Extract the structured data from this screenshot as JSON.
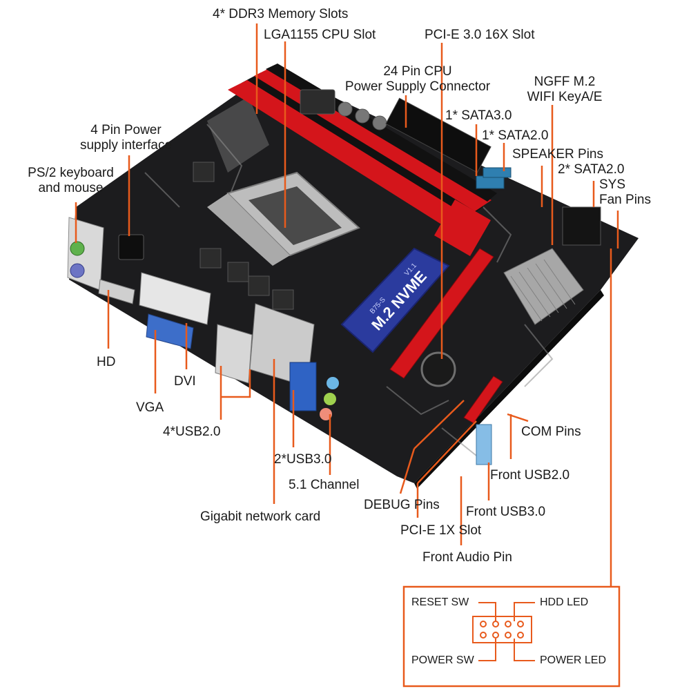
{
  "labels": {
    "ddr3": "4* DDR3 Memory Slots",
    "cpu": "LGA1155 CPU Slot",
    "pcie16": "PCI-E 3.0 16X Slot",
    "atx_line1": "24 Pin CPU",
    "atx_line2": "Power Supply Connector",
    "ngff_line1": "NGFF M.2",
    "ngff_line2": "WIFI KeyA/E",
    "sata3": "1* SATA3.0",
    "sata2_one": "1* SATA2.0",
    "speaker": "SPEAKER Pins",
    "sata2_two": "2* SATA2.0",
    "sys_fan_line1": "SYS",
    "sys_fan_line2": "Fan Pins",
    "power4_line1": "4 Pin Power",
    "power4_line2": "supply interface",
    "ps2_line1": "PS/2 keyboard",
    "ps2_line2": "and mouse",
    "hd": "HD",
    "dvi": "DVI",
    "vga": "VGA",
    "usb2_rear": "4*USB2.0",
    "usb3_rear": "2*USB3.0",
    "audio": "5.1 Channel",
    "lan": "Gigabit network card",
    "debug": "DEBUG Pins",
    "pcie1": "PCI-E 1X Slot",
    "front_audio": "Front Audio Pin",
    "com": "COM Pins",
    "front_usb2": "Front USB2.0",
    "front_usb3": "Front USB3.0"
  },
  "board_print": {
    "m2_brand": "M.2 NVME",
    "m2_model": "B75-S",
    "m2_version": "V1.1"
  },
  "panel": {
    "reset_sw": "RESET SW",
    "hdd_led": "HDD  LED",
    "power_sw": "POWER SW",
    "power_led": "POWER LED"
  },
  "colors": {
    "leader": "#e85a1c",
    "board": "#1c1c1e",
    "slot_red": "#d4151b",
    "sata_blue": "#2f7fb0"
  }
}
